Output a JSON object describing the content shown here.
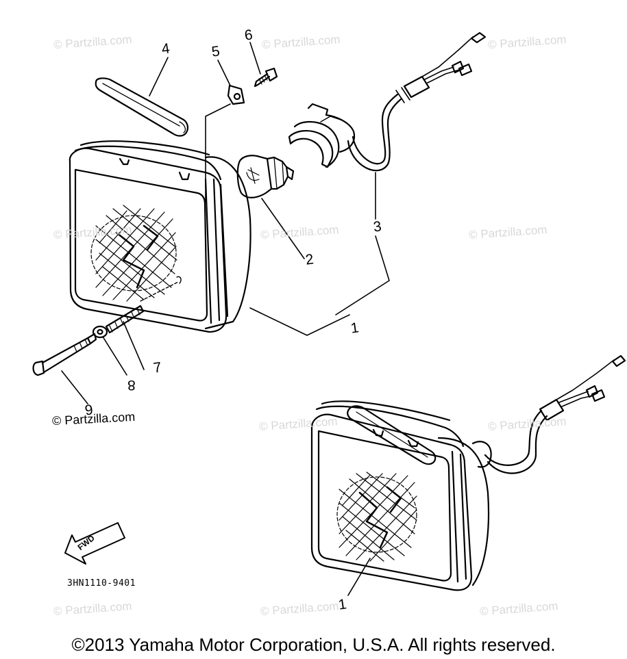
{
  "diagram": {
    "watermark_text": "© Partzilla.com",
    "callouts": {
      "c1_top": "1",
      "c2": "2",
      "c3": "3",
      "c4": "4",
      "c5": "5",
      "c6": "6",
      "c7": "7",
      "c8": "8",
      "c9": "9",
      "c1_bottom": "1"
    },
    "fwd_label": "FWD",
    "part_code": "3HN1110-9401"
  },
  "footer": {
    "copyright": "©2013  Yamaha Motor Corporation, U.S.A. All rights reserved."
  }
}
